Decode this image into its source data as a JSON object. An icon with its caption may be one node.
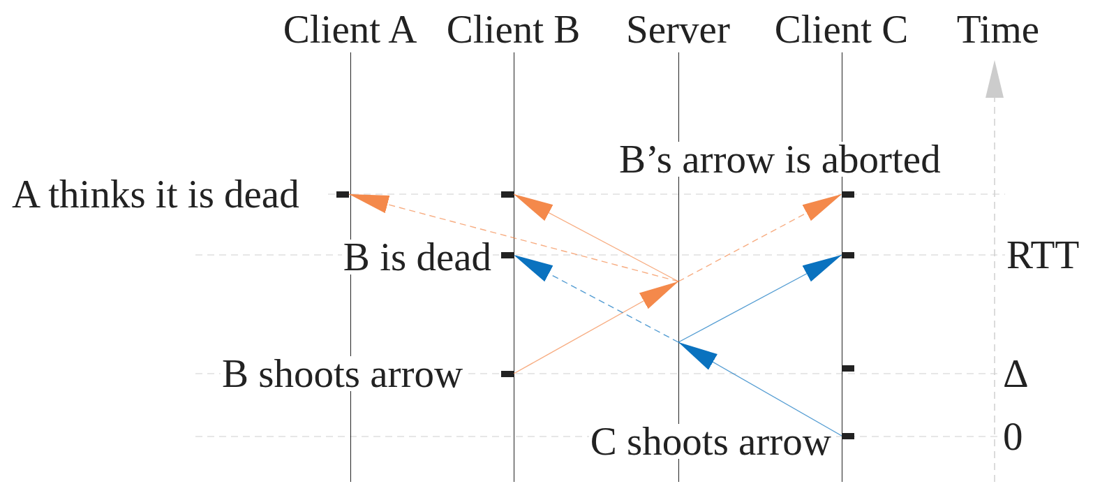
{
  "diagram": {
    "nodes": [
      {
        "text": [
          "Client A"
        ]
      },
      {
        "text": [
          "Client B"
        ]
      },
      {
        "text": [
          "Server"
        ]
      },
      {
        "text": [
          "Client C"
        ]
      },
      {
        "text": [],
        "shape": "bar",
        "beside": [
          "A thinks it is dead"
        ]
      },
      {
        "text": [],
        "shape": "bar"
      },
      {
        "text": [],
        "shape": "bar"
      },
      {
        "text": [],
        "shape": "bar",
        "beside": [
          "B is dead"
        ]
      },
      {
        "text": [],
        "shape": "bar"
      },
      {
        "text": [],
        "shape": "bar"
      },
      {
        "text": [],
        "shape": "bar"
      },
      {
        "text": [],
        "shape": "bar",
        "beside": [
          "C shoots arrow"
        ]
      }
    ],
    "edges": [
      {
        "from": 10,
        "to": 2,
        "arrow": "to"
      },
      {
        "from": 2,
        "to": 4,
        "arrow": "to",
        "style": "dashed"
      },
      {
        "from": 2,
        "to": 5,
        "arrow": "to"
      },
      {
        "from": 2,
        "to": 6,
        "arrow": "to",
        "style": "dashed"
      },
      {
        "from": 11,
        "to": 2,
        "arrow": "to",
        "color": "#0a72bf"
      },
      {
        "from": 2,
        "to": 7,
        "arrow": "to",
        "style": "dashed",
        "color": "#0a72bf"
      },
      {
        "from": 2,
        "to": 8,
        "arrow": "to",
        "color": "#0a72bf"
      }
    ],
    "labels": [
      "Time",
      "B’s arrow is aborted",
      "RTT",
      "B shoots arrow",
      "Δ",
      "0"
    ]
  }
}
